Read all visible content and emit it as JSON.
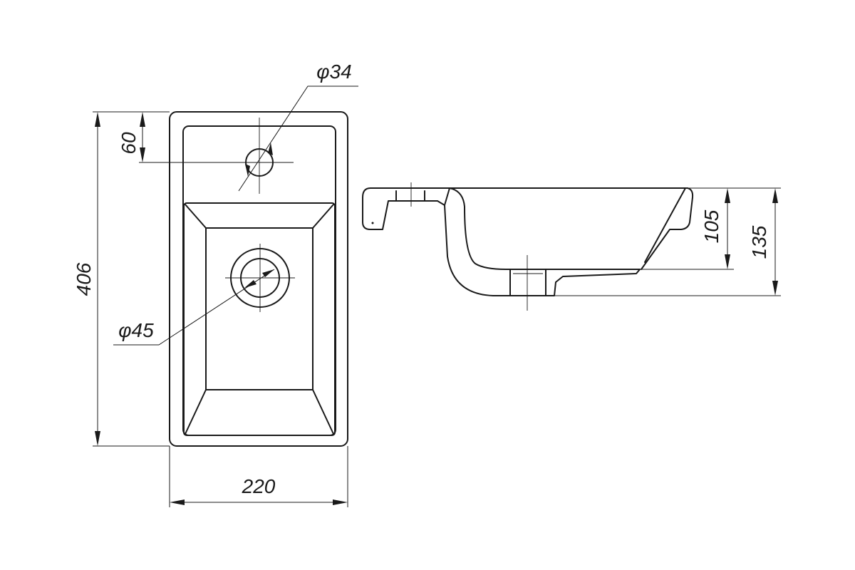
{
  "views": {
    "plan": {
      "name": "top-view"
    },
    "section": {
      "name": "side-section-view"
    }
  },
  "dimensions": {
    "overall_width": "220",
    "overall_length": "406",
    "tap_hole_offset": "60",
    "tap_hole_diameter": "φ34",
    "drain_diameter": "φ45",
    "bowl_depth": "105",
    "total_height": "135"
  }
}
